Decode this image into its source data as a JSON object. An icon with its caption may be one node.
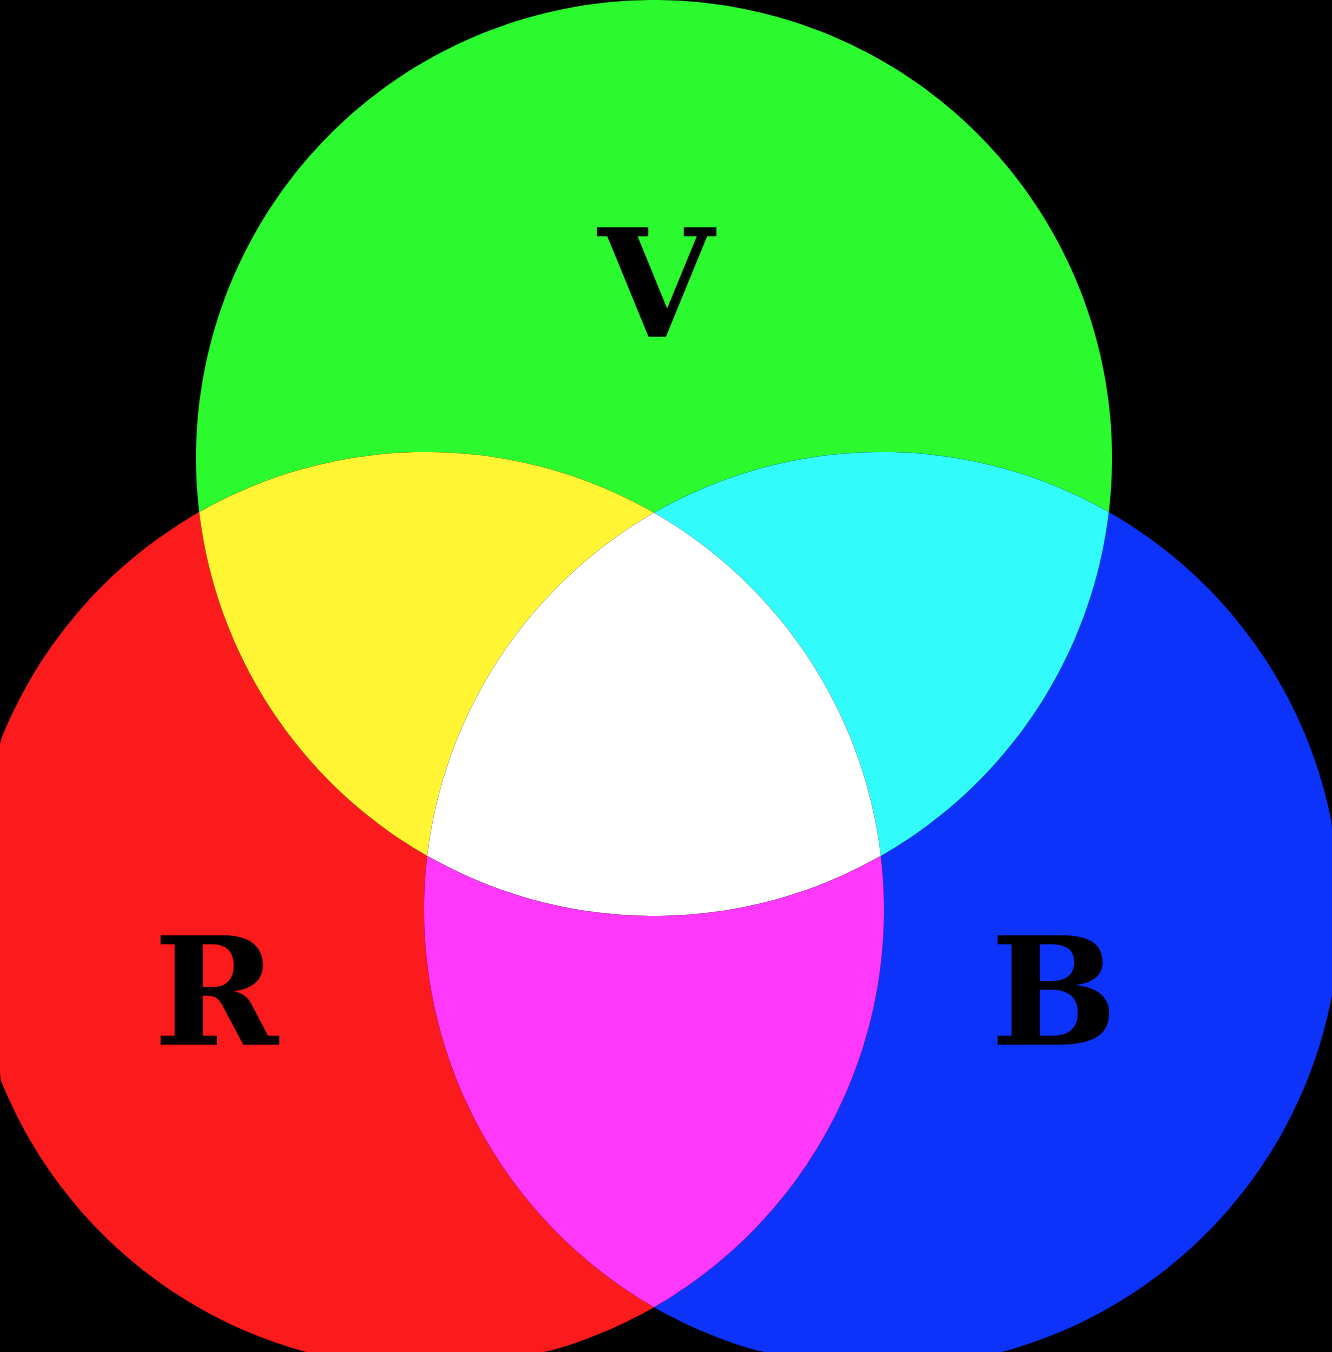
{
  "diagram": {
    "nodes": [
      {
        "text": [
          "V"
        ]
      },
      {
        "text": [
          "R"
        ]
      },
      {
        "text": [
          "B"
        ]
      },
      {
        "text": [],
        "shape": "triangle"
      },
      {
        "text": [],
        "shape": "triangle"
      },
      {
        "text": [],
        "shape": "triangle"
      },
      {
        "text": [],
        "shape": "triangle"
      }
    ]
  }
}
